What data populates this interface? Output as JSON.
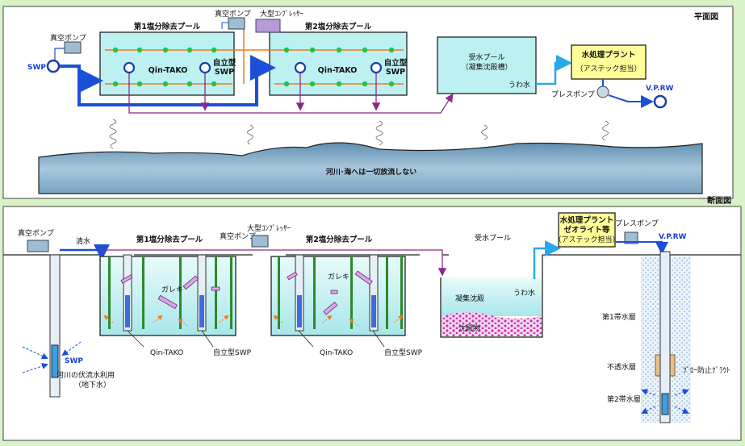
{
  "plan": {
    "title": "平面図",
    "vacuum_pump": "真空ポンプ",
    "swp": "SWP",
    "large_compressor": "大型ｺﾝﾌﾟﾚｯｻｰ",
    "pool1": "第1塩分除去プール",
    "pool2": "第2塩分除去プール",
    "qin_tako": "Qin-TAKO",
    "selfstand_swp_1": "自立型",
    "selfstand_swp_2": "SWP",
    "receiving_pool_1": "受水プール",
    "receiving_pool_2": "（凝集沈殿槽）",
    "supernatant": "うわ水",
    "treatment_plant": "水処理プラント",
    "assigned": "（アステック担当）",
    "press_pump": "プレスポンプ",
    "vprw": "V.P.RW",
    "river_note": "河川･海へは一切放流しない"
  },
  "section": {
    "title": "断面図",
    "vacuum_pump": "真空ポンプ",
    "clear_water": "清水",
    "pool1": "第1塩分除去プール",
    "vacuum_pump2": "真空ポンプ",
    "large_compressor": "大型ｺﾝﾌﾟﾚｯｻｰ",
    "pool2": "第2塩分除去プール",
    "receiving_pool": "受水プール",
    "treatment_plant_1": "水処理プラント",
    "treatment_plant_2": "ゼオライト等",
    "assigned": "（アステック担当）",
    "press_pump": "プレスポンプ",
    "vprw": "V.P.RW",
    "rubble": "ガレキ",
    "coag": "凝集沈殿",
    "supernatant": "うわ水",
    "sediment": "沈殿物",
    "qin_tako": "Qin-TAKO",
    "selfstand_swp": "自立型SWP",
    "swp": "SWP",
    "groundwater_1": "河川の伏流水利用",
    "groundwater_2": "（地下水）",
    "aquifer1": "第1帯水層",
    "impermeable": "不透水層",
    "blow_prevent": "ﾌﾞﾛｰ防止ｸﾞﾗｳﾄ",
    "aquifer2": "第2帯水層"
  },
  "colors": {
    "background": "#d9f2c8",
    "water": "#bdf0f0",
    "pipe_blue": "#1a4fd8",
    "pipe_orange": "#f07a1a",
    "pipe_purple": "#8a2a8a",
    "plant_yellow": "#ffff99"
  }
}
